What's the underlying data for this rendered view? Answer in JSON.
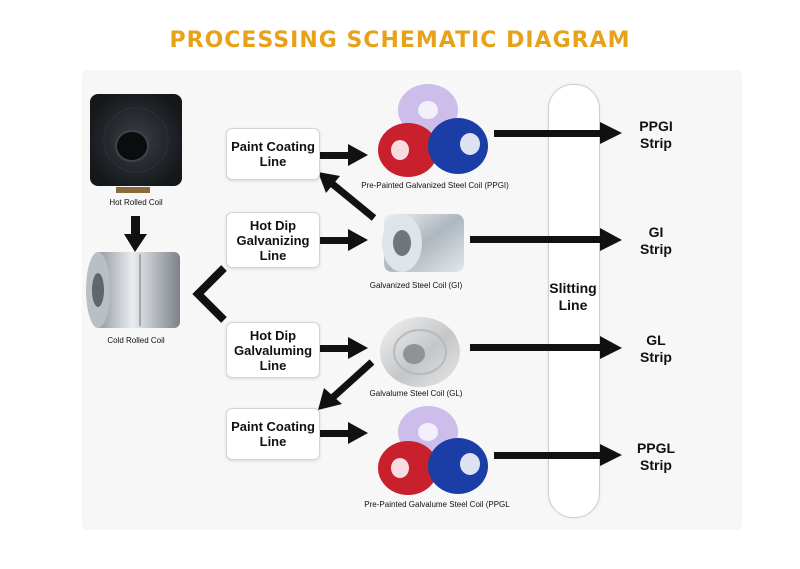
{
  "title": "PROCESSING SCHEMATIC DIAGRAM",
  "colors": {
    "title": "#e8a21a",
    "arrow": "#111111",
    "ppgi_red": "#c8202d",
    "ppgi_blue": "#1b3ea6",
    "ppgi_violet": "#c9b8e8",
    "galv": "#c7cfd6",
    "dark_coil": "#1f2226"
  },
  "sources": {
    "hot_rolled": {
      "label": "Hot Rolled Coil",
      "icon": "dark-coil-icon"
    },
    "cold_rolled": {
      "label": "Cold Rolled Coil",
      "icon": "steel-coil-icon"
    }
  },
  "process_lines": {
    "paint_top": "Paint Coating\nLine",
    "hot_dip_galv": "Hot Dip\nGalvanizing\nLine",
    "hot_dip_galvalume": "Hot Dip\nGalvaluming\nLine",
    "paint_bottom": "Paint Coating\nLine"
  },
  "products": {
    "ppgi": "Pre-Painted Galvanized Steel Coil (PPGI)",
    "gi": "Galvanized Steel Coil (GI)",
    "gl": "Galvalume Steel Coil (GL)",
    "ppgl": "Pre-Painted Galvalume Steel Coil (PPGL"
  },
  "slitting": "Slitting\nLine",
  "outputs": {
    "ppgi": "PPGI\nStrip",
    "gi": "GI\nStrip",
    "gl": "GL\nStrip",
    "ppgl": "PPGL\nStrip"
  }
}
